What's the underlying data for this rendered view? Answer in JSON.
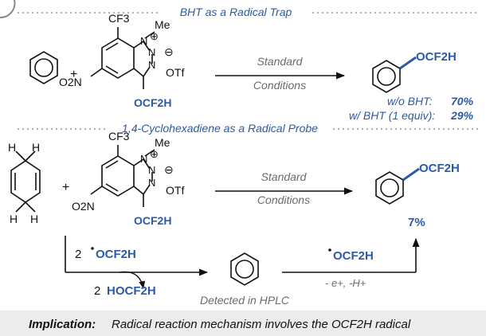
{
  "colors": {
    "accent": "#2b5aa8",
    "text": "#111111",
    "muted": "#6b6b6b",
    "banner": "#ececec",
    "divider": "#b0b0b0"
  },
  "section1": {
    "title": "BHT as a Radical Trap",
    "reagent": {
      "cf3": "CF3",
      "me": "Me",
      "plus_charge": "⊕",
      "minus_charge": "⊖",
      "otf": "OTf",
      "o2n": "O2N",
      "ocf2h": "OCF2H",
      "n_label": "N"
    },
    "plus": "+",
    "arrow_top": "Standard",
    "arrow_bottom": "Conditions",
    "product_label": "OCF2H",
    "yield_wo_label": "w/o BHT: ",
    "yield_wo_value": "70%",
    "yield_w_label": "w/ BHT (1 equiv): ",
    "yield_w_value": "29%"
  },
  "section2": {
    "title": "1,4-Cyclohexadiene as a Radical Probe",
    "h_label": "H",
    "plus": "+",
    "arrow_top": "Standard",
    "arrow_bottom": "Conditions",
    "product_label": "OCF2H",
    "yield": "7%",
    "branch_coeff": "2",
    "branch_radical": "OCF2H",
    "byproduct_coeff": "2",
    "byproduct": "HOCF2H",
    "detected": "Detected in HPLC",
    "radical_step": "OCF2H",
    "radical_step_cond": "- e+, -H+"
  },
  "implication": {
    "label": "Implication:",
    "text": "Radical reaction mechanism involves the OCF2H radical"
  }
}
